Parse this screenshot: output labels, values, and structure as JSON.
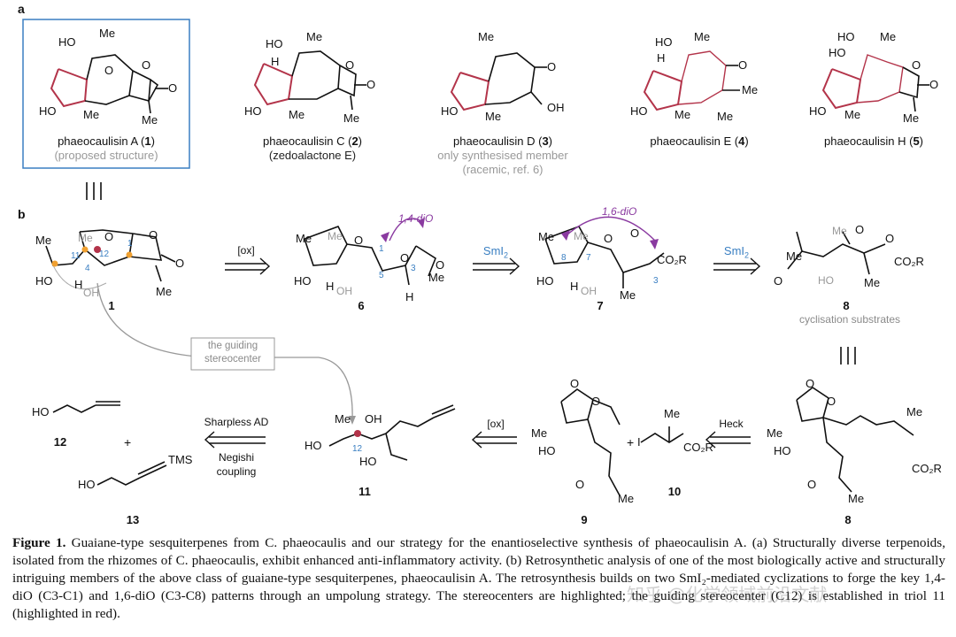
{
  "panel_a": {
    "letter": "a",
    "compounds": [
      {
        "name_text": "phaeocaulisin A (",
        "num": "1",
        "name_close": ")",
        "sub": "(proposed structure)"
      },
      {
        "name_text": "phaeocaulisin C (",
        "num": "2",
        "name_close": ")",
        "sub": "(zedoalactone E)"
      },
      {
        "name_text": "phaeocaulisin D (",
        "num": "3",
        "name_close": ")",
        "sub1": "only synthesised member",
        "sub2": "(racemic, ref. 6)"
      },
      {
        "name_text": "phaeocaulisin E (",
        "num": "4",
        "name_close": ")"
      },
      {
        "name_text": "phaeocaulisin H (",
        "num": "5",
        "name_close": ")"
      }
    ]
  },
  "panel_b": {
    "letter": "b",
    "arrows": {
      "ox1": "[ox]",
      "smi2_a": "SmI",
      "smi2_b": "SmI",
      "sub2": "2",
      "ox2": "[ox]",
      "heck": "Heck",
      "sharpless": "Sharpless AD",
      "negishi1": "Negishi",
      "negishi2": "coupling"
    },
    "annotations": {
      "diO14": "1,4-diO",
      "diO16": "1,6-diO",
      "guiding1": "the guiding",
      "guiding2": "stereocenter",
      "cyclisation": "cyclisation substrates"
    },
    "compound_numbers": {
      "c1": "1",
      "c6": "6",
      "c7": "7",
      "c8a": "8",
      "c8b": "8",
      "c9": "9",
      "c10": "10",
      "c11": "11",
      "c12": "12",
      "c13": "13"
    },
    "labels": {
      "me": "Me",
      "ho": "HO",
      "oh": "OH",
      "h": "H",
      "o": "O",
      "i": "I",
      "co2r": "CO₂R",
      "tms": "TMS",
      "plus": "+",
      "n1": "1",
      "n3": "3",
      "n4": "4",
      "n5": "5",
      "n7": "7",
      "n8": "8",
      "n11": "11",
      "n12": "12"
    }
  },
  "caption": {
    "label": "Figure 1.",
    "text": " Guaiane-type sesquiterpenes from C. phaeocaulis and our strategy for the enantioselective synthesis of phaeocaulisin A. (a) Structurally diverse terpenoids, isolated from the rhizomes of C. phaeocaulis, exhibit enhanced anti-inflammatory activity. (b) Retrosynthetic analysis of one of the most biologically active and structurally intriguing members of the above class of guaiane-type sesquiterpenes, phaeocaulisin A. The retrosynthesis builds on two SmI₂-mediated cyclizations to forge the key 1,4-diO (C3-C1) and 1,6-diO (C3-C8) patterns through an umpolung strategy. The stereocenters are highlighted; the guiding stereocenter (C12) is established in triol 11 (highlighted in red)."
  },
  "watermark": "知乎 @化学领域前沿文献",
  "colors": {
    "red_ring": "#b3344a",
    "purple": "#8a3aa0",
    "orange": "#f0a030",
    "blue_box": "#3a7fc2",
    "gray": "#999999"
  }
}
